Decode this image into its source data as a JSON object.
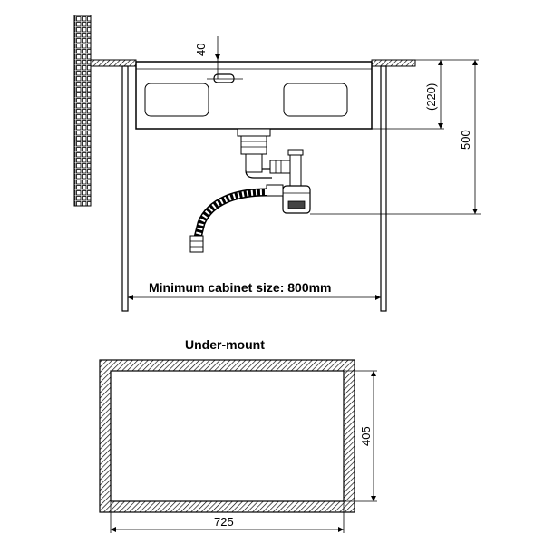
{
  "dimensions": {
    "depth_offset": "40",
    "bowl_depth": "(220)",
    "total_height": "500",
    "cabinet_note": "Minimum cabinet size: 800mm",
    "width": "725",
    "depth": "405"
  },
  "plan_view": {
    "title": "Under-mount"
  },
  "colors": {
    "line": "#000000",
    "fill_light": "#f2f2f2"
  }
}
